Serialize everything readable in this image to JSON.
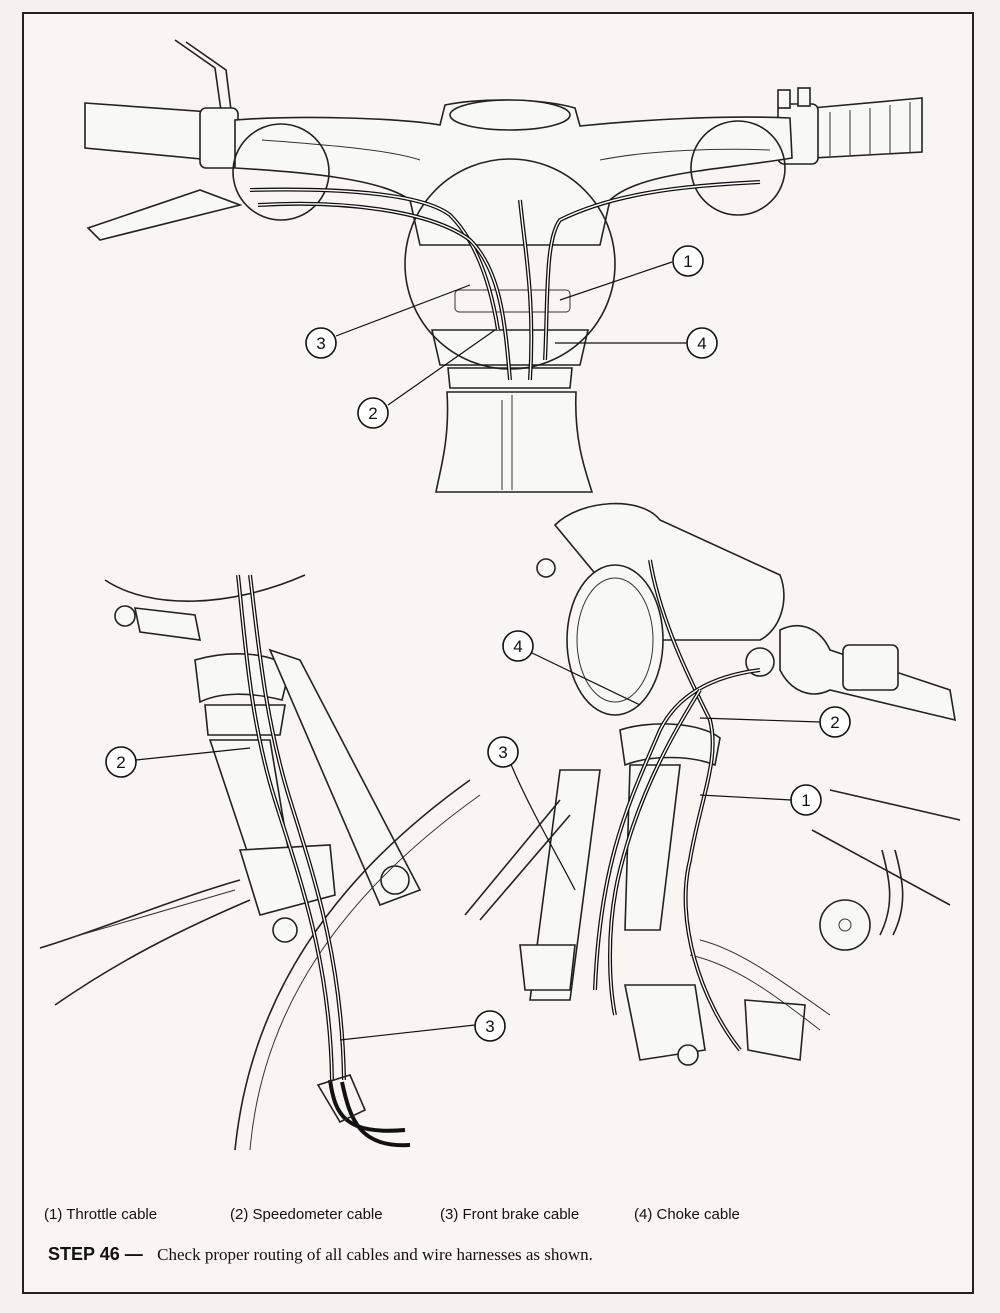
{
  "callouts": {
    "top": [
      {
        "n": "1"
      },
      {
        "n": "3"
      },
      {
        "n": "4"
      },
      {
        "n": "2"
      }
    ],
    "left": [
      {
        "n": "2"
      },
      {
        "n": "3"
      }
    ],
    "right": [
      {
        "n": "4"
      },
      {
        "n": "3"
      },
      {
        "n": "2"
      },
      {
        "n": "1"
      }
    ]
  },
  "legend": [
    {
      "label": "(1)  Throttle cable"
    },
    {
      "label": "(2)  Speedometer cable"
    },
    {
      "label": "(3)  Front brake cable"
    },
    {
      "label": "(4)  Choke cable"
    }
  ],
  "step": {
    "label": "STEP 46 —",
    "text": "Check proper routing of all cables and wire harnesses as shown."
  }
}
